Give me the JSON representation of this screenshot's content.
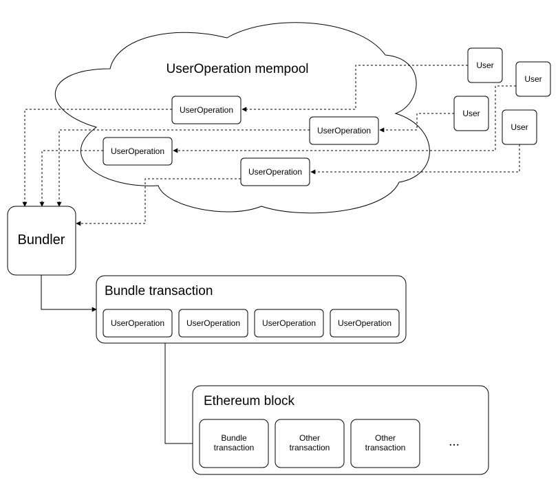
{
  "mempool": {
    "title": "UserOperation mempool",
    "ops": [
      "UserOperation",
      "UserOperation",
      "UserOperation",
      "UserOperation"
    ]
  },
  "users": [
    "User",
    "User",
    "User",
    "User"
  ],
  "bundler": {
    "label": "Bundler"
  },
  "bundle_transaction": {
    "title": "Bundle transaction",
    "ops": [
      "UserOperation",
      "UserOperation",
      "UserOperation",
      "UserOperation"
    ]
  },
  "ethereum_block": {
    "title": "Ethereum block",
    "items": [
      {
        "line1": "Bundle",
        "line2": "transaction"
      },
      {
        "line1": "Other",
        "line2": "transaction"
      },
      {
        "line1": "Other",
        "line2": "transaction"
      }
    ],
    "ellipsis": "..."
  }
}
